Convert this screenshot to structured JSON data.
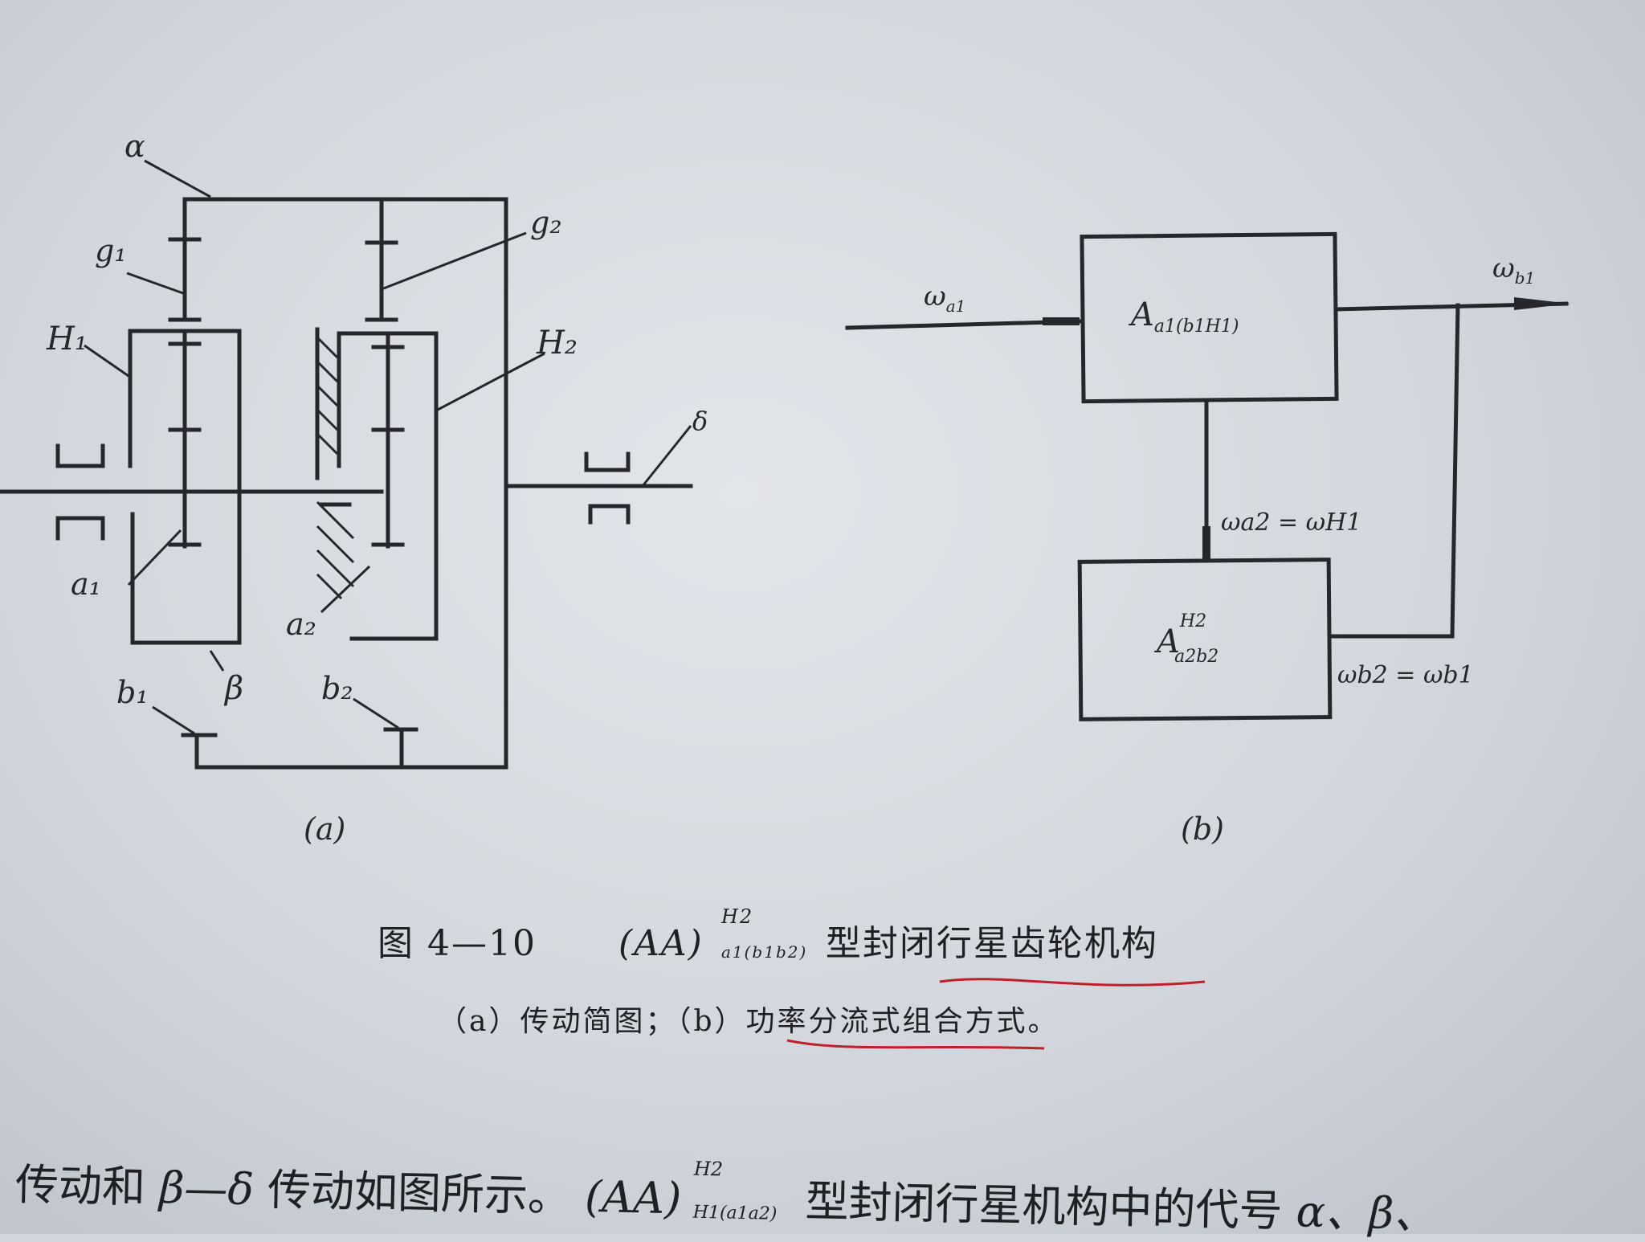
{
  "figure_a": {
    "panel_label": "(a)",
    "labels": {
      "alpha": "α",
      "g1": "g₁",
      "H1": "H₁",
      "a1": "a₁",
      "beta": "β",
      "b1": "b₁",
      "g2": "g₂",
      "H2": "H₂",
      "a2": "a₂",
      "b2": "b₂",
      "delta": "δ"
    }
  },
  "figure_b": {
    "panel_label": "(b)",
    "input_label": "ω",
    "input_sub": "a1",
    "output_label": "ω",
    "output_sub": "b1",
    "block_top": "A",
    "block_top_sub": "a1(b1H1)",
    "block_bottom": "A",
    "block_bottom_sup": "H2",
    "block_bottom_sub": "a2b2",
    "mid_relation": "ωa2 = ωH1",
    "right_relation": "ωb2 = ωb1"
  },
  "caption": {
    "number": "图 4—10",
    "formula": "(AA)",
    "formula_sup": "H2",
    "formula_sub": "a1(b1b2)",
    "title": "型封闭行星齿轮机构",
    "sub": "（a）传动简图；（b）功率分流式组合方式。"
  },
  "body": {
    "line1_start": "传动和",
    "line1_greek": "β—δ",
    "line1_mid": "传动如图所示。",
    "line1_formula": "(AA)",
    "line1_formula_sup": "H2",
    "line1_formula_sub": "H1(a1a2)",
    "line1_end": "型封闭行星机构中的代号",
    "line1_tail": "α、β、"
  },
  "colors": {
    "ink": "#26272b",
    "paper": "#d8dce2",
    "underline": "#c0202a"
  }
}
